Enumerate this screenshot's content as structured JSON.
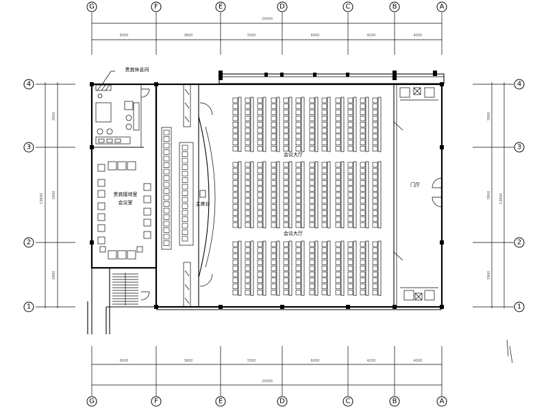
{
  "grid": {
    "columns": [
      "G",
      "F",
      "E",
      "D",
      "C",
      "B",
      "A"
    ],
    "rows": [
      "4",
      "3",
      "2",
      "1"
    ]
  },
  "dimensions": {
    "top_total": "25400",
    "top_segments": [
      "6000",
      "3600",
      "3300",
      "6000",
      "4200",
      "4000"
    ],
    "bottom_total": "25400",
    "bottom_segments": [
      "6000",
      "3600",
      "3300",
      "6000",
      "4200",
      "4000"
    ],
    "left_total": "13800",
    "left_segments": [
      "3900",
      "3900",
      "3900"
    ],
    "right_total": "13800",
    "right_segments": [
      "3900",
      "3900",
      "3900"
    ]
  },
  "rooms": {
    "top_left_label": "贵宾休息间",
    "vip_lounge_line1": "贵宾接待室",
    "vip_lounge_line2": "会议室",
    "stage_label": "主席台",
    "hall_aisle_upper": "会议大厅",
    "hall_aisle_lower": "会议大厅",
    "lobby_label": "门厅"
  },
  "icons": {
    "column": "column-square-icon",
    "door": "door-swing-icon",
    "seat": "seat-icon",
    "sofa": "sofa-icon",
    "stair": "stair-icon"
  }
}
